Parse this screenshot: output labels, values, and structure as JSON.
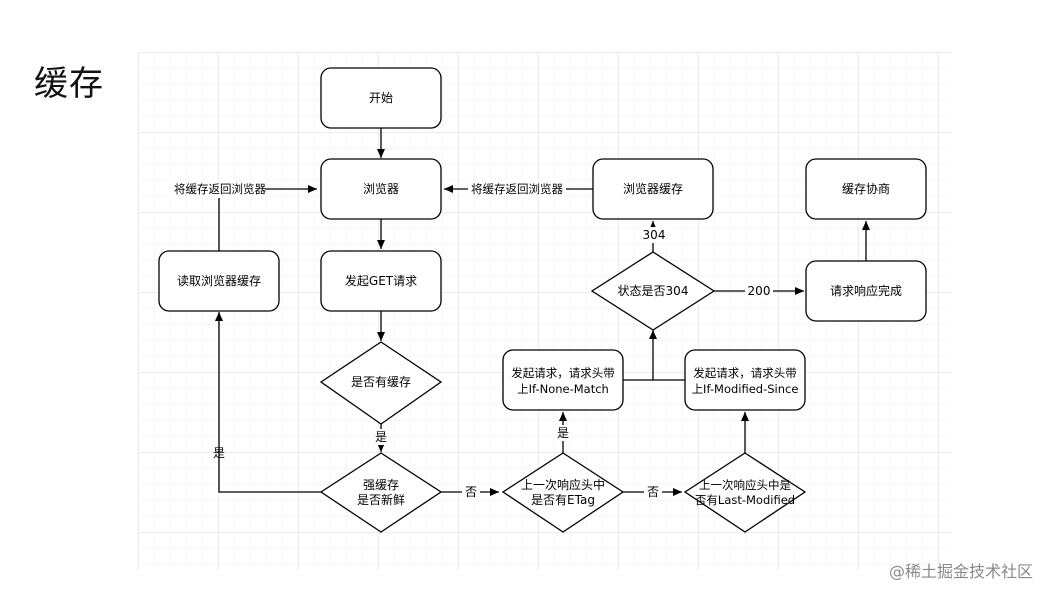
{
  "page": {
    "title": "缓存",
    "footer_mark": "@稀土掘金技术社区"
  },
  "colors": {
    "stroke": "#000000",
    "fill": "#ffffff",
    "text": "#000000"
  },
  "nodes": {
    "start": "开始",
    "browser": "浏览器",
    "get_request": "发起GET请求",
    "has_cache": "是否有缓存",
    "strong_cache_line1": "强缓存",
    "strong_cache_line2": "是否新鲜",
    "read_cache": "读取浏览器缓存",
    "etag_line1": "上一次响应头中",
    "etag_line2": "是否有ETag",
    "lastmod_line1": "上一次响应头中是",
    "lastmod_line2": "否有Last-Modified",
    "inm_line1": "发起请求，请求头带",
    "inm_line2": "上If-None-Match",
    "ims_line1": "发起请求，请求头带",
    "ims_line2": "上If-Modified-Since",
    "status_304": "状态是否304",
    "browser_cache": "浏览器缓存",
    "response_done": "请求响应完成",
    "negotiate": "缓存协商"
  },
  "edge_labels": {
    "return_left": "将缓存返回浏览器",
    "return_right": "将缓存返回浏览器",
    "yes_has_cache": "是",
    "yes_strong": "是",
    "no_strong": "否",
    "yes_etag": "是",
    "no_etag": "否",
    "code_304": "304",
    "code_200": "200"
  }
}
